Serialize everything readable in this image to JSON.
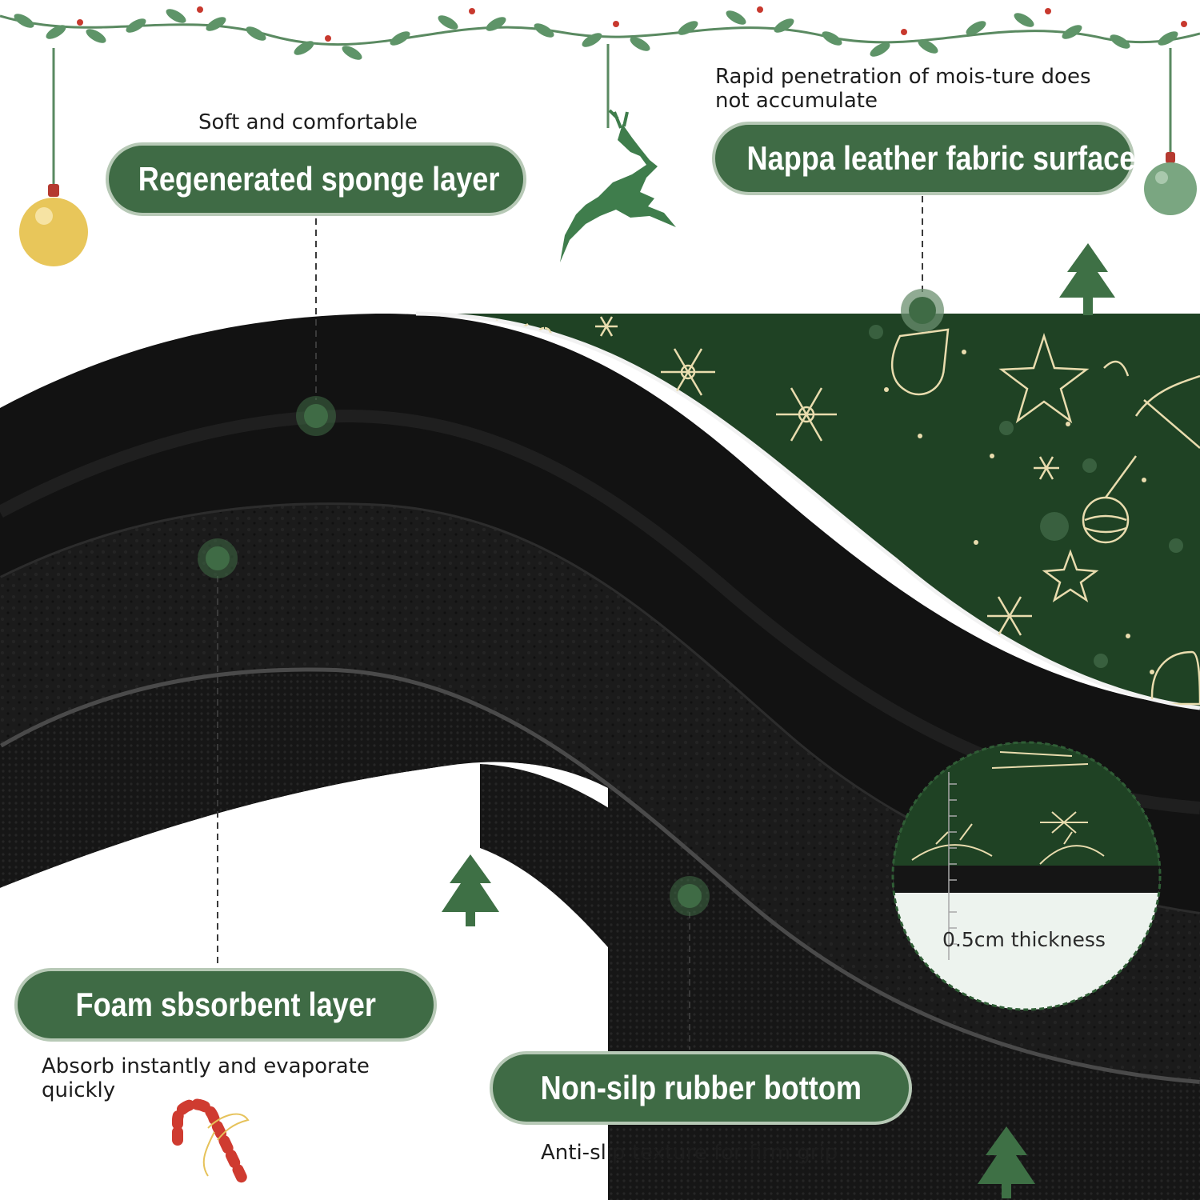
{
  "labels": {
    "regenerated": {
      "note": "Soft and comfortable",
      "title": "Regenerated sponge layer"
    },
    "nappa": {
      "note_line1": "Rapid penetration of mois-ture does",
      "note_line2": "not accumulate",
      "title": "Nappa leather fabric surface"
    },
    "foam": {
      "title": "Foam sbsorbent layer",
      "note_line1": "Absorb instantly and evaporate",
      "note_line2": "quickly"
    },
    "rubber": {
      "title": "Non-silp rubber bottom",
      "note": "Anti-slip texture for firm grip"
    },
    "thickness": "0.5cm thickness"
  },
  "colors": {
    "pill_green": "#3f6b45",
    "pill_border": "#b7c9b6",
    "mat_surface": "#1f4224",
    "pattern_gold": "#e9dcae",
    "layer_black": "#121212",
    "ornament_gold": "#e8c65a",
    "ornament_green": "#7aa681"
  },
  "icons": [
    "garland",
    "gold-ornament",
    "green-ornament",
    "reindeer-icon",
    "tree-icon",
    "candy-cane-icon",
    "snowflake-icon",
    "star-icon",
    "stocking-icon"
  ]
}
